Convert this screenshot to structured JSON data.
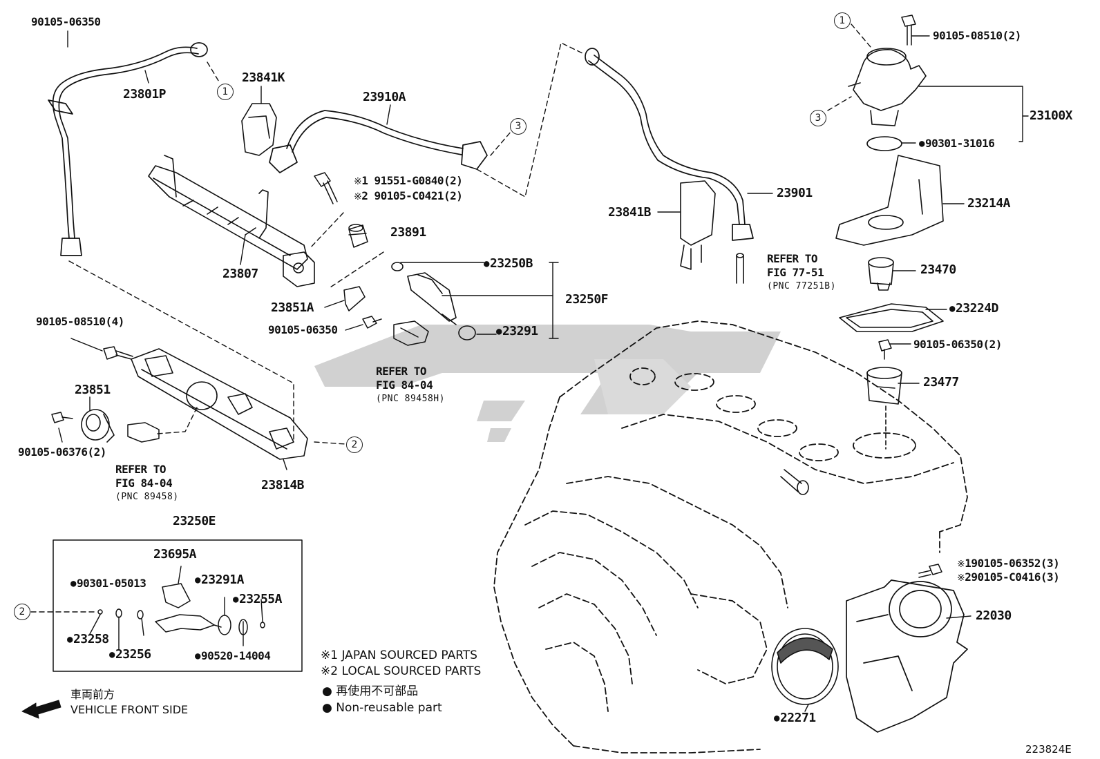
{
  "diagram_code": "223824E",
  "callouts": [
    "1",
    "2",
    "3"
  ],
  "parts": {
    "p_90105_06350_a": "90105-06350",
    "p_23801P": "23801P",
    "p_23841K": "23841K",
    "p_23910A": "23910A",
    "p_23807": "23807",
    "p_91551": "91551-G0840(2)",
    "p_90105_C0421": "90105-C0421(2)",
    "p_23891": "23891",
    "p_23250B": "23250B",
    "p_23250F": "23250F",
    "p_23851A": "23851A",
    "p_90105_06350_b": "90105-06350",
    "p_23291": "23291",
    "p_90105_08510_4": "90105-08510(4)",
    "p_23851": "23851",
    "p_90105_06376": "90105-06376(2)",
    "p_23814B": "23814B",
    "p_23250E": "23250E",
    "p_23695A": "23695A",
    "p_90301_05013": "90301-05013",
    "p_23291A": "23291A",
    "p_23255A": "23255A",
    "p_23258": "23258",
    "p_23256": "23256",
    "p_90520_14004": "90520-14004",
    "p_90105_08510_2": "90105-08510(2)",
    "p_23100X": "23100X",
    "p_90301_31016": "90301-31016",
    "p_23214A": "23214A",
    "p_23470": "23470",
    "p_23224D": "23224D",
    "p_90105_06350_2": "90105-06350(2)",
    "p_23477": "23477",
    "p_23901": "23901",
    "p_23841B": "23841B",
    "p_90105_06352": "90105-06352(3)",
    "p_90105_C0416": "90105-C0416(3)",
    "p_22030": "22030",
    "p_22271": "22271"
  },
  "marks": {
    "m1": "1",
    "m2": "2"
  },
  "refs": {
    "ref_a": {
      "line1": "REFER TO",
      "line2": "FIG 84-04",
      "line3": "(PNC 89458H)"
    },
    "ref_b": {
      "line1": "REFER TO",
      "line2": "FIG 84-04",
      "line3": "(PNC 89458)"
    },
    "ref_c": {
      "line1": "REFER TO",
      "line2": "FIG 77-51",
      "line3": "(PNC 77251B)"
    }
  },
  "legend": {
    "japan": "1 JAPAN SOURCED PARTS",
    "local": "2 LOCAL SOURCED PARTS",
    "nonreuse_jp": "再使用不可部品",
    "nonreuse_en": "Non-reusable part",
    "front_jp": "車両前方",
    "front_en": "VEHICLE FRONT SIDE"
  },
  "colors": {
    "ink": "#111111",
    "watermark": "#c8c8c8",
    "mesh": "#555555"
  }
}
